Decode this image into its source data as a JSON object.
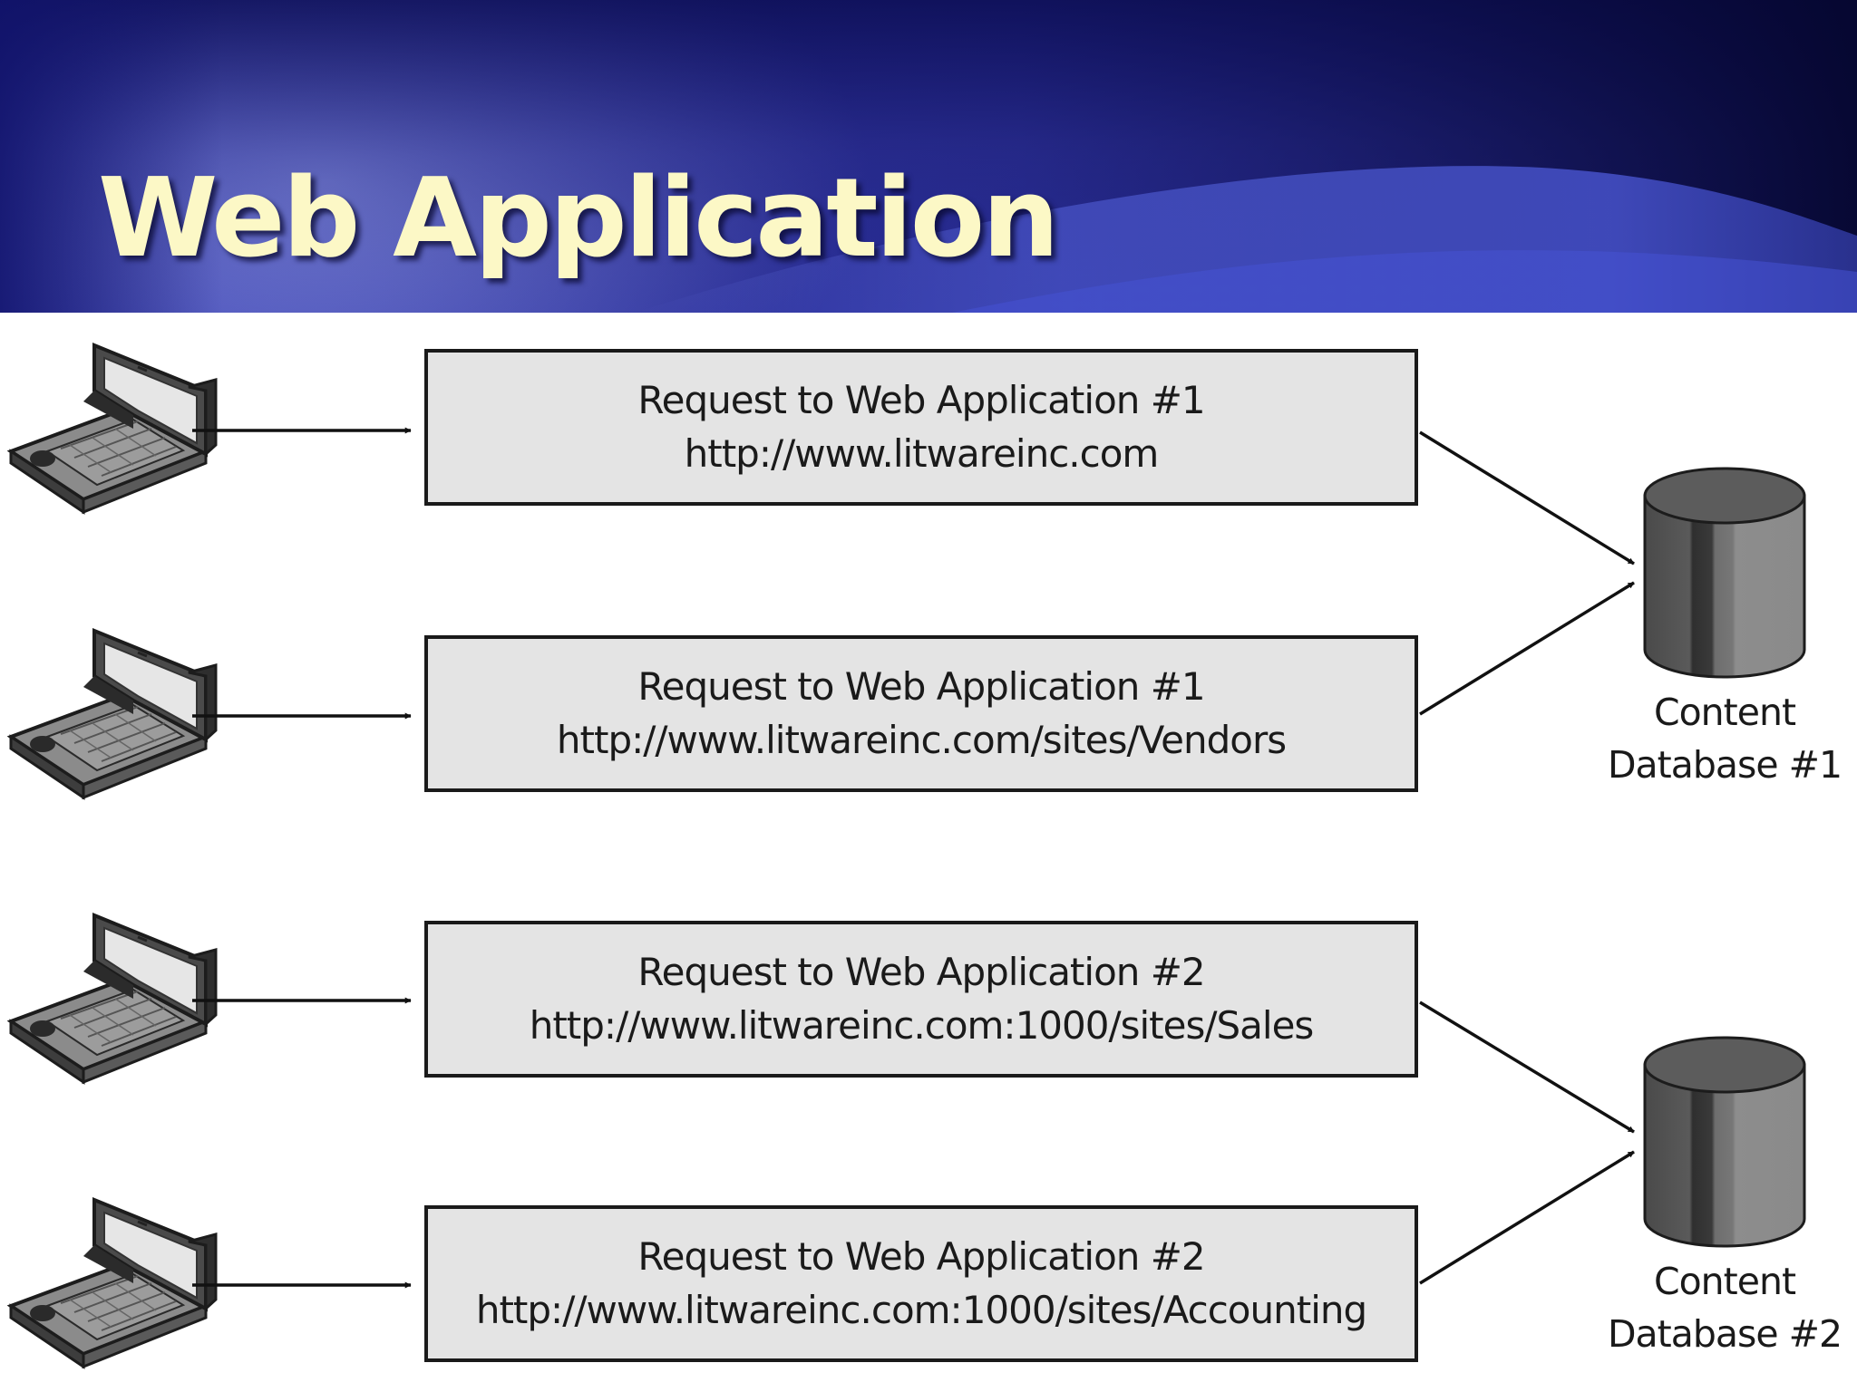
{
  "slide": {
    "title": "Web Application"
  },
  "requests": [
    {
      "line1": "Request to Web Application #1",
      "line2": "http://www.litwareinc.com"
    },
    {
      "line1": "Request to Web Application #1",
      "line2": "http://www.litwareinc.com/sites/Vendors"
    },
    {
      "line1": "Request to Web Application #2",
      "line2": "http://www.litwareinc.com:1000/sites/Sales"
    },
    {
      "line1": "Request to Web Application #2",
      "line2": "http://www.litwareinc.com:1000/sites/Accounting"
    }
  ],
  "databases": [
    {
      "line1": "Content",
      "line2": "Database #1"
    },
    {
      "line1": "Content",
      "line2": "Database #2"
    }
  ],
  "icons": {
    "client": "laptop-icon",
    "database": "database-cylinder-icon"
  },
  "colors": {
    "header_dark": "#15176e",
    "header_light": "#8c96eb",
    "title_text": "#fcf8c6",
    "box_fill": "#e4e4e4",
    "box_border": "#1a1a1a"
  }
}
